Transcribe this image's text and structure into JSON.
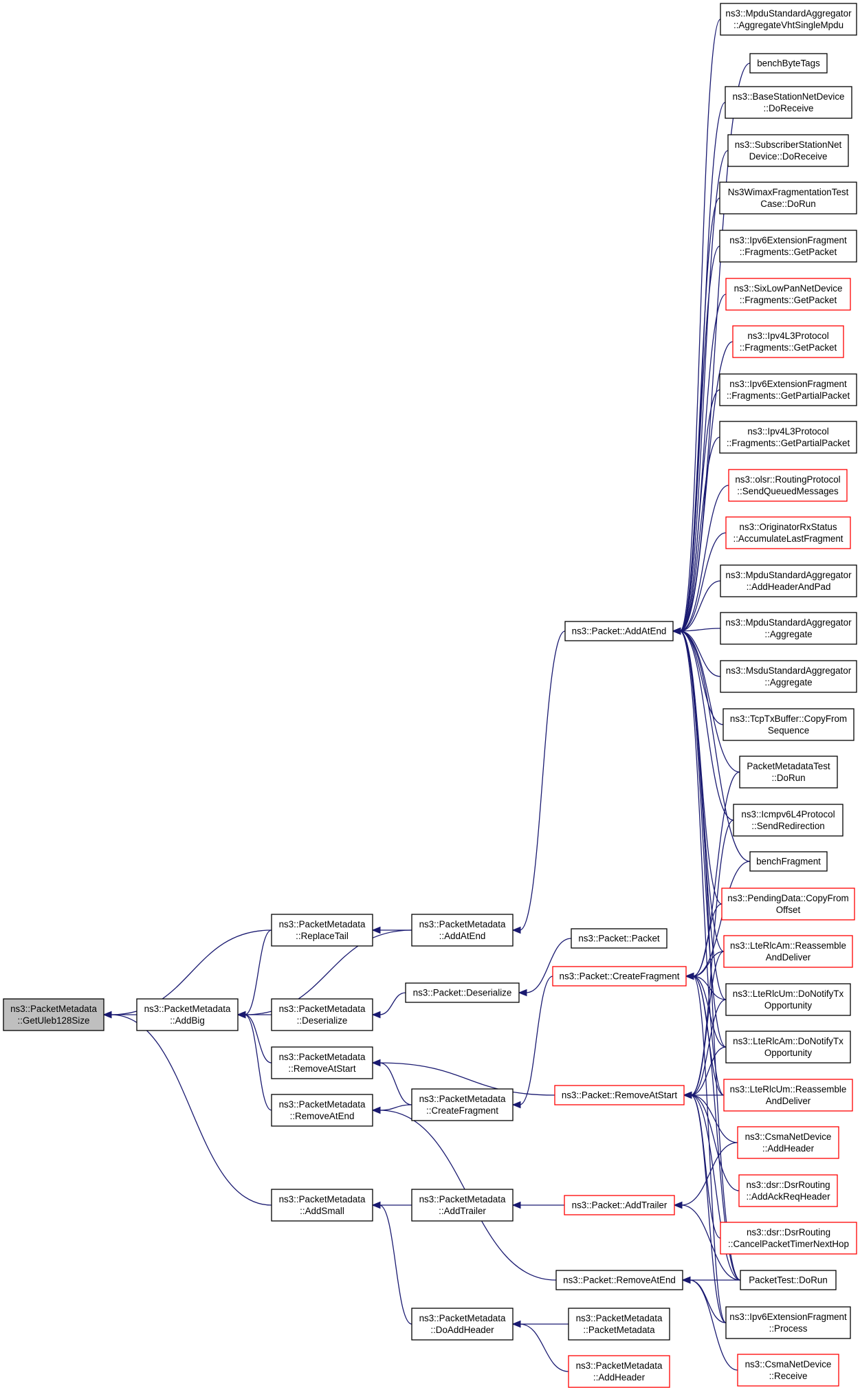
{
  "graph": {
    "title": "",
    "colors": {
      "edge": "#191970",
      "normal_border": "#000000",
      "red_border": "#ff0000",
      "root_fill": "#bfbfbf"
    },
    "nodes": [
      {
        "id": "n0",
        "lines": [
          "ns3::PacketMetadata",
          "::GetUleb128Size"
        ],
        "style": "root"
      },
      {
        "id": "n1",
        "lines": [
          "ns3::PacketMetadata",
          "::ReplaceTail"
        ],
        "style": "normal"
      },
      {
        "id": "n2",
        "lines": [
          "ns3::PacketMetadata",
          "::AddBig"
        ],
        "style": "normal"
      },
      {
        "id": "n3",
        "lines": [
          "ns3::PacketMetadata",
          "::Deserialize"
        ],
        "style": "normal"
      },
      {
        "id": "n4",
        "lines": [
          "ns3::PacketMetadata",
          "::RemoveAtStart"
        ],
        "style": "normal"
      },
      {
        "id": "n5",
        "lines": [
          "ns3::PacketMetadata",
          "::RemoveAtEnd"
        ],
        "style": "normal"
      },
      {
        "id": "n6",
        "lines": [
          "ns3::PacketMetadata",
          "::AddSmall"
        ],
        "style": "normal"
      },
      {
        "id": "n7",
        "lines": [
          "ns3::PacketMetadata",
          "::AddAtEnd"
        ],
        "style": "normal"
      },
      {
        "id": "n8",
        "lines": [
          "ns3::Packet::Deserialize"
        ],
        "style": "normal"
      },
      {
        "id": "n9",
        "lines": [
          "ns3::PacketMetadata",
          "::CreateFragment"
        ],
        "style": "normal"
      },
      {
        "id": "n10",
        "lines": [
          "ns3::PacketMetadata",
          "::AddTrailer"
        ],
        "style": "normal"
      },
      {
        "id": "n11",
        "lines": [
          "ns3::PacketMetadata",
          "::DoAddHeader"
        ],
        "style": "normal"
      },
      {
        "id": "n12",
        "lines": [
          "ns3::Packet::AddAtEnd"
        ],
        "style": "normal"
      },
      {
        "id": "n13",
        "lines": [
          "ns3::Packet::Packet"
        ],
        "style": "normal"
      },
      {
        "id": "n14",
        "lines": [
          "ns3::Packet::CreateFragment"
        ],
        "style": "red"
      },
      {
        "id": "n15",
        "lines": [
          "ns3::Packet::RemoveAtStart"
        ],
        "style": "red"
      },
      {
        "id": "n16",
        "lines": [
          "ns3::Packet::AddTrailer"
        ],
        "style": "red"
      },
      {
        "id": "n17",
        "lines": [
          "ns3::Packet::RemoveAtEnd"
        ],
        "style": "normal"
      },
      {
        "id": "n18",
        "lines": [
          "ns3::PacketMetadata",
          "::PacketMetadata"
        ],
        "style": "normal"
      },
      {
        "id": "n19",
        "lines": [
          "ns3::PacketMetadata",
          "::AddHeader"
        ],
        "style": "red"
      },
      {
        "id": "r0",
        "lines": [
          "ns3::MpduStandardAggregator",
          "::AggregateVhtSingleMpdu"
        ],
        "style": "normal"
      },
      {
        "id": "r1",
        "lines": [
          "benchByteTags"
        ],
        "style": "normal"
      },
      {
        "id": "r2",
        "lines": [
          "ns3::BaseStationNetDevice",
          "::DoReceive"
        ],
        "style": "normal"
      },
      {
        "id": "r3",
        "lines": [
          "ns3::SubscriberStationNet",
          "Device::DoReceive"
        ],
        "style": "normal"
      },
      {
        "id": "r4",
        "lines": [
          "Ns3WimaxFragmentationTest",
          "Case::DoRun"
        ],
        "style": "normal"
      },
      {
        "id": "r5",
        "lines": [
          "ns3::Ipv6ExtensionFragment",
          "::Fragments::GetPacket"
        ],
        "style": "normal"
      },
      {
        "id": "r6",
        "lines": [
          "ns3::SixLowPanNetDevice",
          "::Fragments::GetPacket"
        ],
        "style": "red"
      },
      {
        "id": "r7",
        "lines": [
          "ns3::Ipv4L3Protocol",
          "::Fragments::GetPacket"
        ],
        "style": "red"
      },
      {
        "id": "r8",
        "lines": [
          "ns3::Ipv6ExtensionFragment",
          "::Fragments::GetPartialPacket"
        ],
        "style": "normal"
      },
      {
        "id": "r9",
        "lines": [
          "ns3::Ipv4L3Protocol",
          "::Fragments::GetPartialPacket"
        ],
        "style": "normal"
      },
      {
        "id": "r10",
        "lines": [
          "ns3::olsr::RoutingProtocol",
          "::SendQueuedMessages"
        ],
        "style": "red"
      },
      {
        "id": "r11",
        "lines": [
          "ns3::OriginatorRxStatus",
          "::AccumulateLastFragment"
        ],
        "style": "red"
      },
      {
        "id": "r12",
        "lines": [
          "ns3::MpduStandardAggregator",
          "::AddHeaderAndPad"
        ],
        "style": "normal"
      },
      {
        "id": "r13",
        "lines": [
          "ns3::MpduStandardAggregator",
          "::Aggregate"
        ],
        "style": "normal"
      },
      {
        "id": "r14",
        "lines": [
          "ns3::MsduStandardAggregator",
          "::Aggregate"
        ],
        "style": "normal"
      },
      {
        "id": "r15",
        "lines": [
          "ns3::TcpTxBuffer::CopyFrom",
          "Sequence"
        ],
        "style": "normal"
      },
      {
        "id": "r16",
        "lines": [
          "PacketMetadataTest",
          "::DoRun"
        ],
        "style": "normal"
      },
      {
        "id": "r17",
        "lines": [
          "ns3::Icmpv6L4Protocol",
          "::SendRedirection"
        ],
        "style": "normal"
      },
      {
        "id": "r18",
        "lines": [
          "benchFragment"
        ],
        "style": "normal"
      },
      {
        "id": "r19",
        "lines": [
          "ns3::PendingData::CopyFrom",
          "Offset"
        ],
        "style": "red"
      },
      {
        "id": "r20",
        "lines": [
          "ns3::LteRlcAm::Reassemble",
          "AndDeliver"
        ],
        "style": "red"
      },
      {
        "id": "r21",
        "lines": [
          "ns3::LteRlcUm::DoNotifyTx",
          "Opportunity"
        ],
        "style": "normal"
      },
      {
        "id": "r22",
        "lines": [
          "ns3::LteRlcAm::DoNotifyTx",
          "Opportunity"
        ],
        "style": "normal"
      },
      {
        "id": "r23",
        "lines": [
          "ns3::LteRlcUm::Reassemble",
          "AndDeliver"
        ],
        "style": "red"
      },
      {
        "id": "r24",
        "lines": [
          "ns3::CsmaNetDevice",
          "::AddHeader"
        ],
        "style": "red"
      },
      {
        "id": "r25",
        "lines": [
          "ns3::dsr::DsrRouting",
          "::AddAckReqHeader"
        ],
        "style": "red"
      },
      {
        "id": "r26",
        "lines": [
          "ns3::dsr::DsrRouting",
          "::CancelPacketTimerNextHop"
        ],
        "style": "red"
      },
      {
        "id": "r27",
        "lines": [
          "PacketTest::DoRun"
        ],
        "style": "normal"
      },
      {
        "id": "r28",
        "lines": [
          "ns3::Ipv6ExtensionFragment",
          "::Process"
        ],
        "style": "normal"
      },
      {
        "id": "r29",
        "lines": [
          "ns3::CsmaNetDevice",
          "::Receive"
        ],
        "style": "red"
      }
    ],
    "edges": [
      [
        "n1",
        "n0"
      ],
      [
        "n2",
        "n0"
      ],
      [
        "n6",
        "n0"
      ],
      [
        "n1",
        "n2"
      ],
      [
        "n7",
        "n2"
      ],
      [
        "n3",
        "n2"
      ],
      [
        "n4",
        "n2"
      ],
      [
        "n5",
        "n2"
      ],
      [
        "n7",
        "n1"
      ],
      [
        "n8",
        "n3"
      ],
      [
        "n9",
        "n4"
      ],
      [
        "n15",
        "n4"
      ],
      [
        "n9",
        "n5"
      ],
      [
        "n17",
        "n5"
      ],
      [
        "n10",
        "n6"
      ],
      [
        "n11",
        "n6"
      ],
      [
        "n12",
        "n7"
      ],
      [
        "n13",
        "n8"
      ],
      [
        "n14",
        "n9"
      ],
      [
        "n16",
        "n10"
      ],
      [
        "n18",
        "n11"
      ],
      [
        "n19",
        "n11"
      ],
      [
        "r0",
        "n12"
      ],
      [
        "r1",
        "n12"
      ],
      [
        "r2",
        "n12"
      ],
      [
        "r3",
        "n12"
      ],
      [
        "r4",
        "n12"
      ],
      [
        "r5",
        "n12"
      ],
      [
        "r6",
        "n12"
      ],
      [
        "r7",
        "n12"
      ],
      [
        "r8",
        "n12"
      ],
      [
        "r9",
        "n12"
      ],
      [
        "r10",
        "n12"
      ],
      [
        "r11",
        "n12"
      ],
      [
        "r12",
        "n12"
      ],
      [
        "r13",
        "n12"
      ],
      [
        "r14",
        "n12"
      ],
      [
        "r15",
        "n12"
      ],
      [
        "r16",
        "n12"
      ],
      [
        "r17",
        "n12"
      ],
      [
        "r18",
        "n12"
      ],
      [
        "r19",
        "n12"
      ],
      [
        "r20",
        "n12"
      ],
      [
        "r21",
        "n12"
      ],
      [
        "r22",
        "n12"
      ],
      [
        "r23",
        "n12"
      ],
      [
        "r27",
        "n12"
      ],
      [
        "r16",
        "n14"
      ],
      [
        "r18",
        "n14"
      ],
      [
        "r19",
        "n14"
      ],
      [
        "r20",
        "n14"
      ],
      [
        "r21",
        "n14"
      ],
      [
        "r22",
        "n14"
      ],
      [
        "r23",
        "n14"
      ],
      [
        "r27",
        "n14"
      ],
      [
        "r28",
        "n14"
      ],
      [
        "r17",
        "n15"
      ],
      [
        "r20",
        "n15"
      ],
      [
        "r21",
        "n15"
      ],
      [
        "r22",
        "n15"
      ],
      [
        "r23",
        "n15"
      ],
      [
        "r24",
        "n15"
      ],
      [
        "r25",
        "n15"
      ],
      [
        "r26",
        "n15"
      ],
      [
        "r27",
        "n15"
      ],
      [
        "r28",
        "n15"
      ],
      [
        "r24",
        "n16"
      ],
      [
        "r27",
        "n16"
      ],
      [
        "r27",
        "n17"
      ],
      [
        "r28",
        "n17"
      ],
      [
        "r29",
        "n17"
      ]
    ]
  }
}
